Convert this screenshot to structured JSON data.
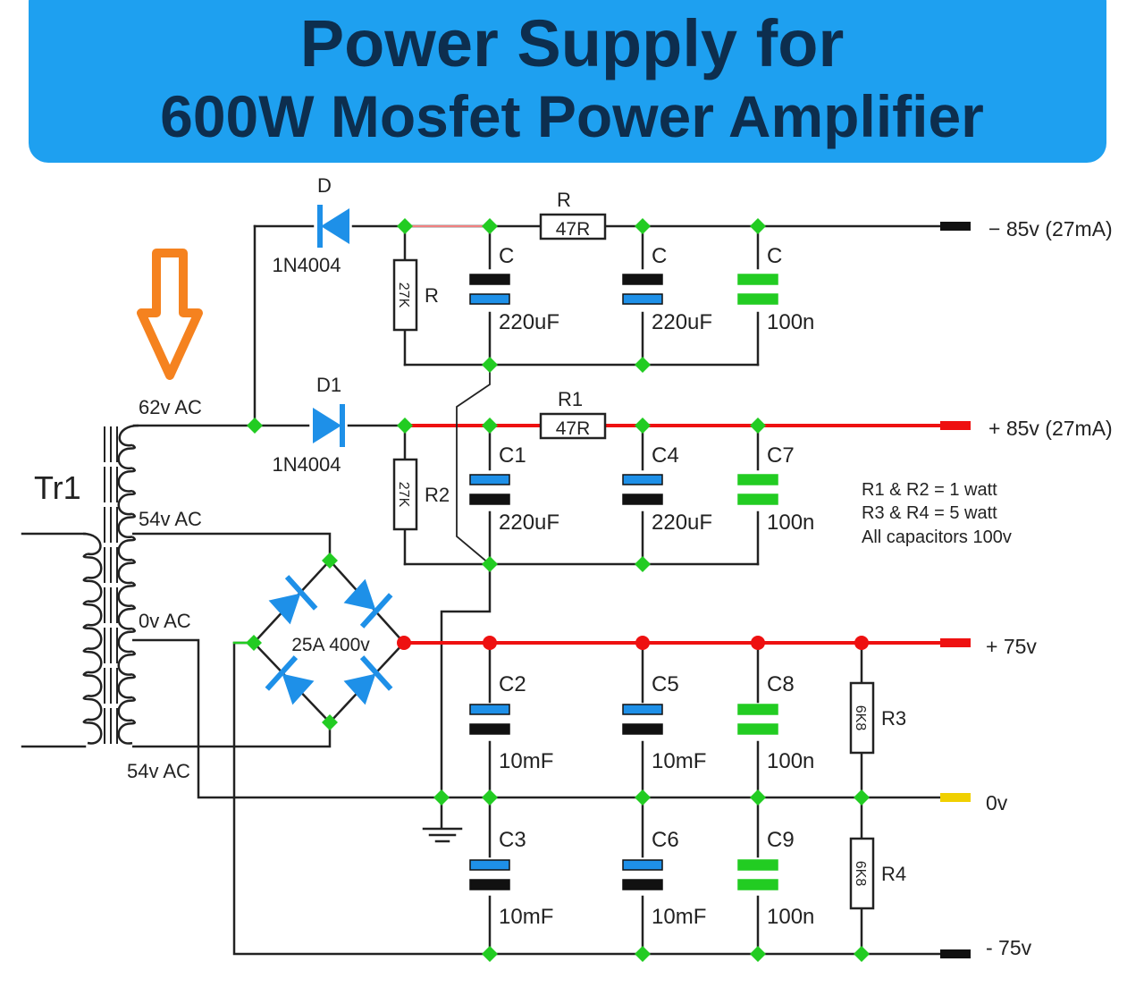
{
  "title": {
    "line1": "Power Supply for",
    "line2": "600W Mosfet Power Amplifier"
  },
  "colors": {
    "banner": "#1ea0f0",
    "title_text": "#0d2e4e",
    "wire": "#222222",
    "positive_rail": "#ee1111",
    "node": "#22cc22",
    "diode": "#1e90e8",
    "electrolytic_pos_plate": "#1e90e8",
    "film_cap": "#22cc22",
    "arrow": "#f5821f",
    "ground_terminal": "#f0d000"
  },
  "transformer": {
    "label": "Tr1",
    "taps": [
      "62v AC",
      "54v AC",
      "0v AC",
      "54v AC"
    ]
  },
  "diodes": [
    {
      "ref": "D",
      "part": "1N4004"
    },
    {
      "ref": "D1",
      "part": "1N4004"
    }
  ],
  "bridge": {
    "label": "25A 400v"
  },
  "resistors": [
    {
      "ref": "R",
      "value": "47R"
    },
    {
      "ref": "R",
      "value": "27K"
    },
    {
      "ref": "R1",
      "value": "47R"
    },
    {
      "ref": "R2",
      "value": "27K"
    },
    {
      "ref": "R3",
      "value": "6K8"
    },
    {
      "ref": "R4",
      "value": "6K8"
    }
  ],
  "capacitors": [
    {
      "ref": "C",
      "value": "220uF"
    },
    {
      "ref": "C",
      "value": "220uF"
    },
    {
      "ref": "C",
      "value": "100n"
    },
    {
      "ref": "C1",
      "value": "220uF"
    },
    {
      "ref": "C4",
      "value": "220uF"
    },
    {
      "ref": "C7",
      "value": "100n"
    },
    {
      "ref": "C2",
      "value": "10mF"
    },
    {
      "ref": "C5",
      "value": "10mF"
    },
    {
      "ref": "C8",
      "value": "100n"
    },
    {
      "ref": "C3",
      "value": "10mF"
    },
    {
      "ref": "C6",
      "value": "10mF"
    },
    {
      "ref": "C9",
      "value": "100n"
    }
  ],
  "outputs": [
    {
      "label": "− 85v (27mA)"
    },
    {
      "label": "+ 85v (27mA)"
    },
    {
      "label": "+ 75v"
    },
    {
      "label": "0v"
    },
    {
      "label": "- 75v"
    }
  ],
  "notes": [
    "R1 & R2 = 1 watt",
    "R3 & R4 = 5 watt",
    "All capacitors 100v"
  ]
}
